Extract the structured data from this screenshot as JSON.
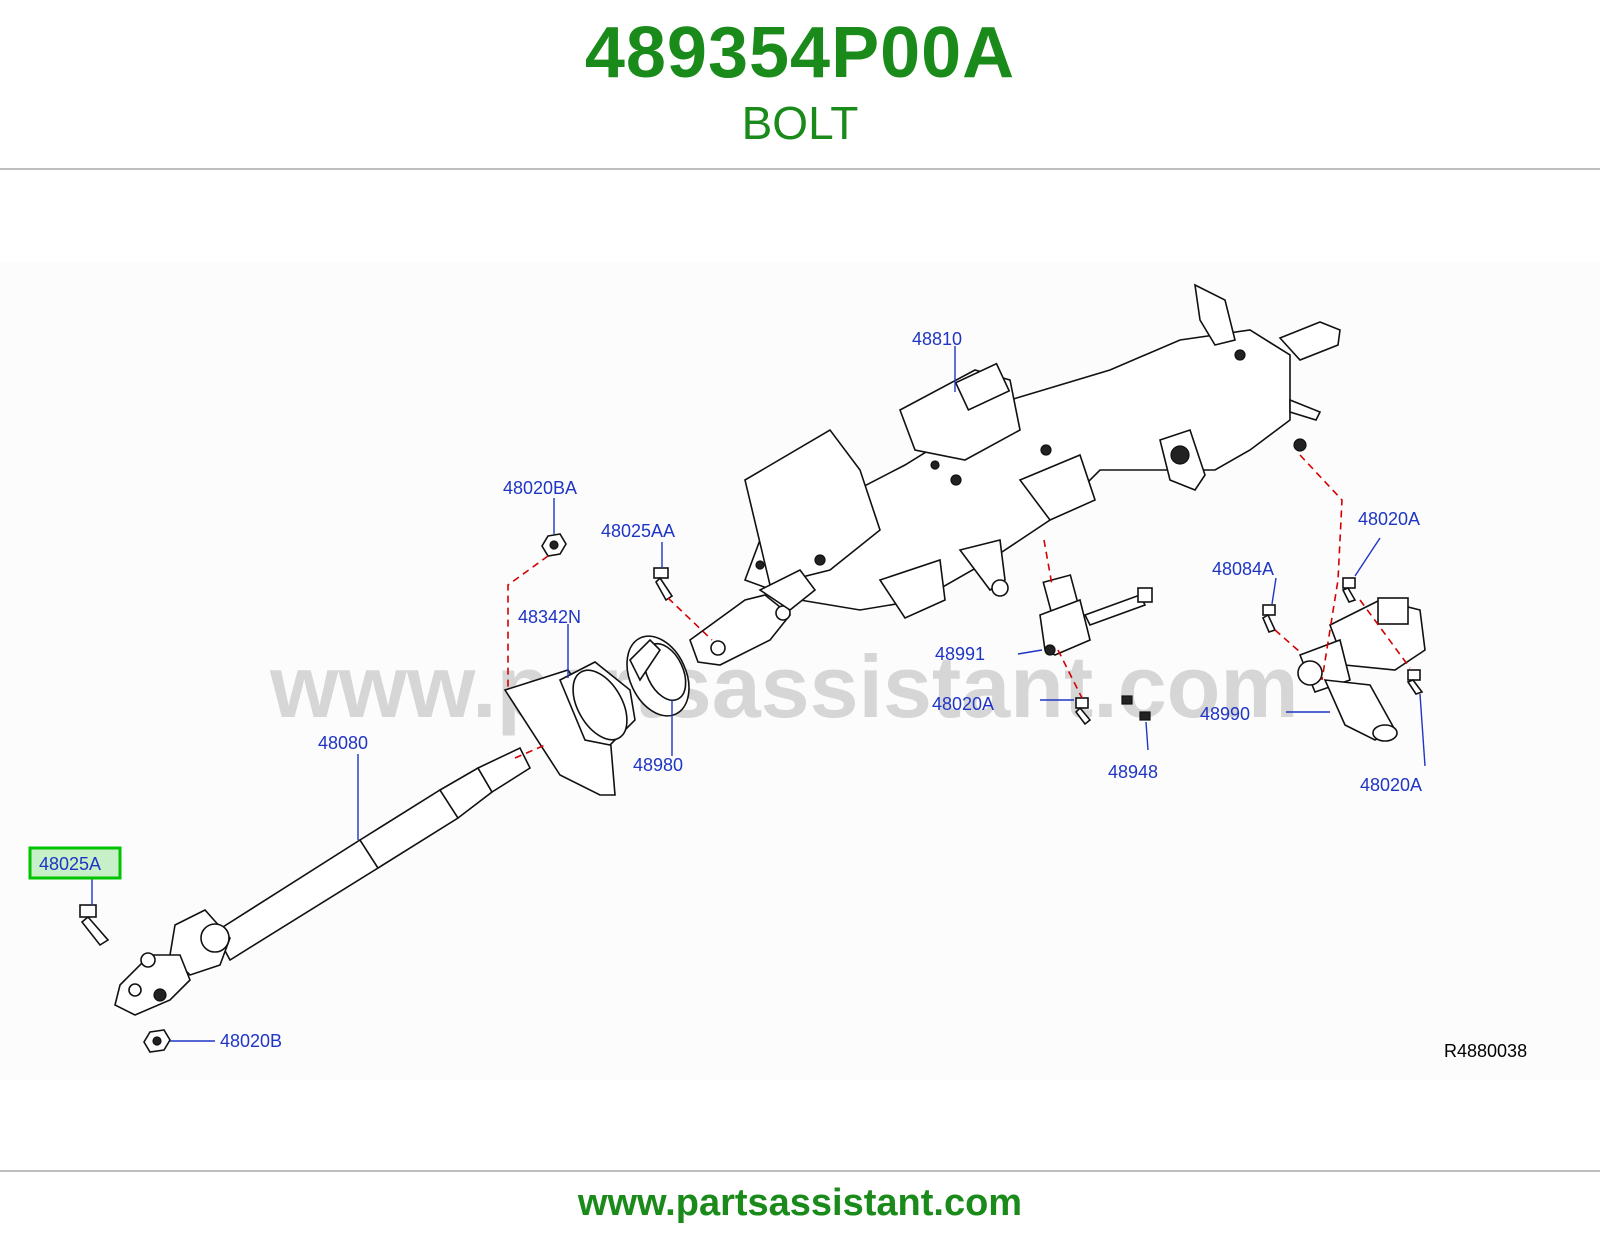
{
  "header": {
    "part_number": "489354P00A",
    "part_name": "BOLT"
  },
  "diagram": {
    "watermark": "www.partsassistant.com",
    "reference_code": "R4880038",
    "highlighted_callout": "48025A",
    "callouts": {
      "c48810": "48810",
      "c48020BA": "48020BA",
      "c48025AA": "48025AA",
      "c48342N": "48342N",
      "c48980": "48980",
      "c48080": "48080",
      "c48025A": "48025A",
      "c48020B": "48020B",
      "c48991": "48991",
      "c48020A_mid": "48020A",
      "c48948": "48948",
      "c48084A": "48084A",
      "c48020A_top": "48020A",
      "c48990": "48990",
      "c48020A_bottom": "48020A"
    },
    "colors": {
      "callout_text": "#1f35c4",
      "alignment_lines": "#d40000",
      "highlight": "#00c400"
    }
  },
  "footer": {
    "url": "www.partsassistant.com"
  }
}
